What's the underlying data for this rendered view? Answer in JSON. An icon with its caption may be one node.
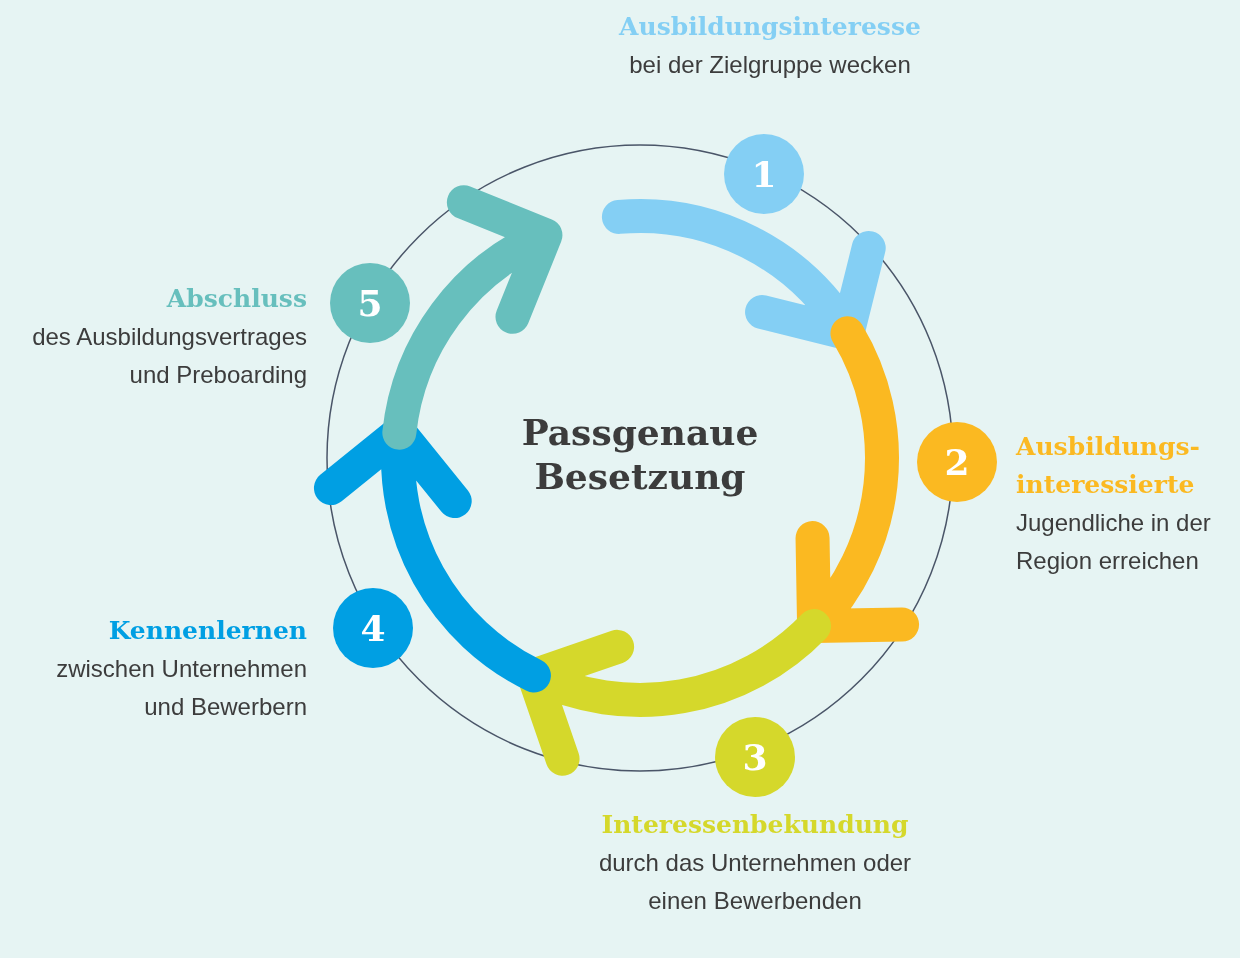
{
  "diagram": {
    "title": "Passgenaue Besetzung",
    "nodes": [
      {
        "text": [
          "1"
        ],
        "beside": [
          "Ausbildungsinteresse",
          "bei der Zielgruppe wecken"
        ]
      },
      {
        "text": [
          "2"
        ],
        "beside": [
          "Ausbildungs-interessierte",
          "Jugendliche in der Region erreichen"
        ]
      },
      {
        "text": [
          "3"
        ],
        "beside": [
          "Interessenbekundung",
          "durch das Unternehmen oder einen Bewerbenden"
        ]
      },
      {
        "text": [
          "4"
        ],
        "beside": [
          "Kennenlernen",
          "zwischen Unternehmen und Bewerbern"
        ]
      },
      {
        "text": [
          "5"
        ],
        "beside": [
          "Abschluss",
          "des Ausbildungsvertrages und Preboarding"
        ]
      }
    ]
  }
}
